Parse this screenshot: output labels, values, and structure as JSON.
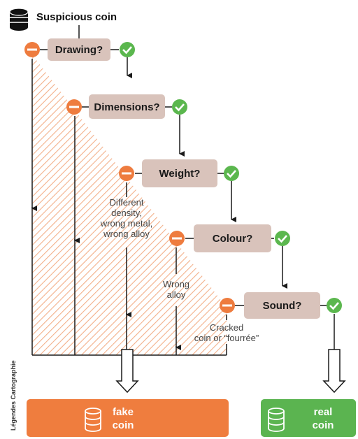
{
  "title": "Suspicious coin",
  "steps": [
    "Drawing?",
    "Dimensions?",
    "Weight?",
    "Colour?",
    "Sound?"
  ],
  "notes": {
    "weight": [
      "Different",
      "density,",
      "wrong metal,",
      "wrong alloy"
    ],
    "colour": [
      "Wrong",
      "alloy"
    ],
    "sound": [
      "Cracked",
      "coin or “fourrée”"
    ]
  },
  "outcomes": {
    "fake": [
      "fake",
      "coin"
    ],
    "real": [
      "real",
      "coin"
    ]
  },
  "credit": "Légendes Cartographie",
  "colors": {
    "step_box": "#d9c3bb",
    "fail": "#ee7c3f",
    "pass": "#5bb74e",
    "fake_box": "#ef7d3e",
    "real_box": "#5bb450",
    "hatch": "#f3b08a"
  },
  "icons": {
    "title": "coin-stack-icon",
    "fail": "minus-circle-icon",
    "pass": "check-circle-icon",
    "outcome": "coin-stack-icon",
    "arrow": "down-arrow-icon"
  }
}
